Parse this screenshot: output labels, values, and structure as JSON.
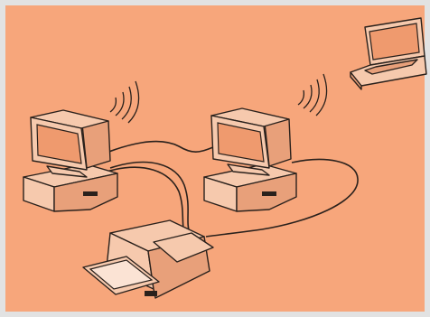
{
  "colors": {
    "background": "#f7a67b",
    "border": "#e2e2e2",
    "device_fill": "#f6c9ad",
    "device_shadow": "#e8a07a",
    "screen": "#ef9a6e",
    "line": "#2a211c"
  },
  "diagram": {
    "devices": [
      {
        "id": "desktop-left",
        "type": "desktop-computer",
        "wireless": true
      },
      {
        "id": "desktop-right",
        "type": "desktop-computer",
        "wireless": true
      },
      {
        "id": "laptop",
        "type": "laptop-computer",
        "wireless": false
      },
      {
        "id": "printer",
        "type": "inkjet-printer",
        "wireless": false
      }
    ],
    "connections": [
      {
        "from": "desktop-left",
        "to": "desktop-right",
        "kind": "cable"
      },
      {
        "from": "desktop-left",
        "to": "printer",
        "kind": "cable"
      },
      {
        "from": "desktop-right",
        "to": "printer",
        "kind": "cable"
      }
    ]
  }
}
